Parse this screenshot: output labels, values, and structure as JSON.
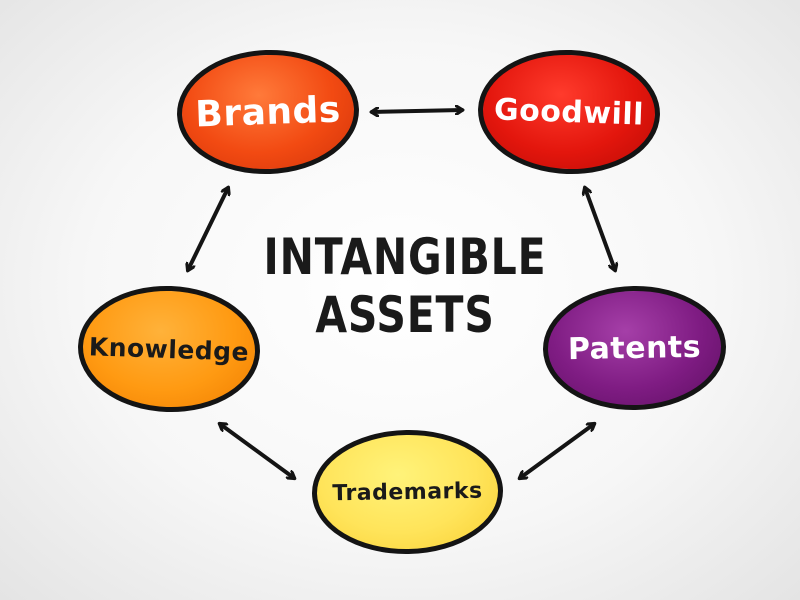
{
  "title": {
    "line1": "INTANGIBLE",
    "line2": "ASSETS"
  },
  "nodes": {
    "brands": {
      "label": "Brands",
      "color": "#f24a12"
    },
    "goodwill": {
      "label": "Goodwill",
      "color": "#e3160d"
    },
    "patents": {
      "label": "Patents",
      "color": "#7f1c83"
    },
    "trademarks": {
      "label": "Trademarks",
      "color": "#ffe45a"
    },
    "knowledge": {
      "label": "Knowledge",
      "color": "#ff9a12"
    }
  },
  "connections": [
    {
      "from": "brands",
      "to": "goodwill",
      "bidirectional": true
    },
    {
      "from": "goodwill",
      "to": "patents",
      "bidirectional": true
    },
    {
      "from": "patents",
      "to": "trademarks",
      "bidirectional": true
    },
    {
      "from": "trademarks",
      "to": "knowledge",
      "bidirectional": true
    },
    {
      "from": "knowledge",
      "to": "brands",
      "bidirectional": true
    }
  ]
}
